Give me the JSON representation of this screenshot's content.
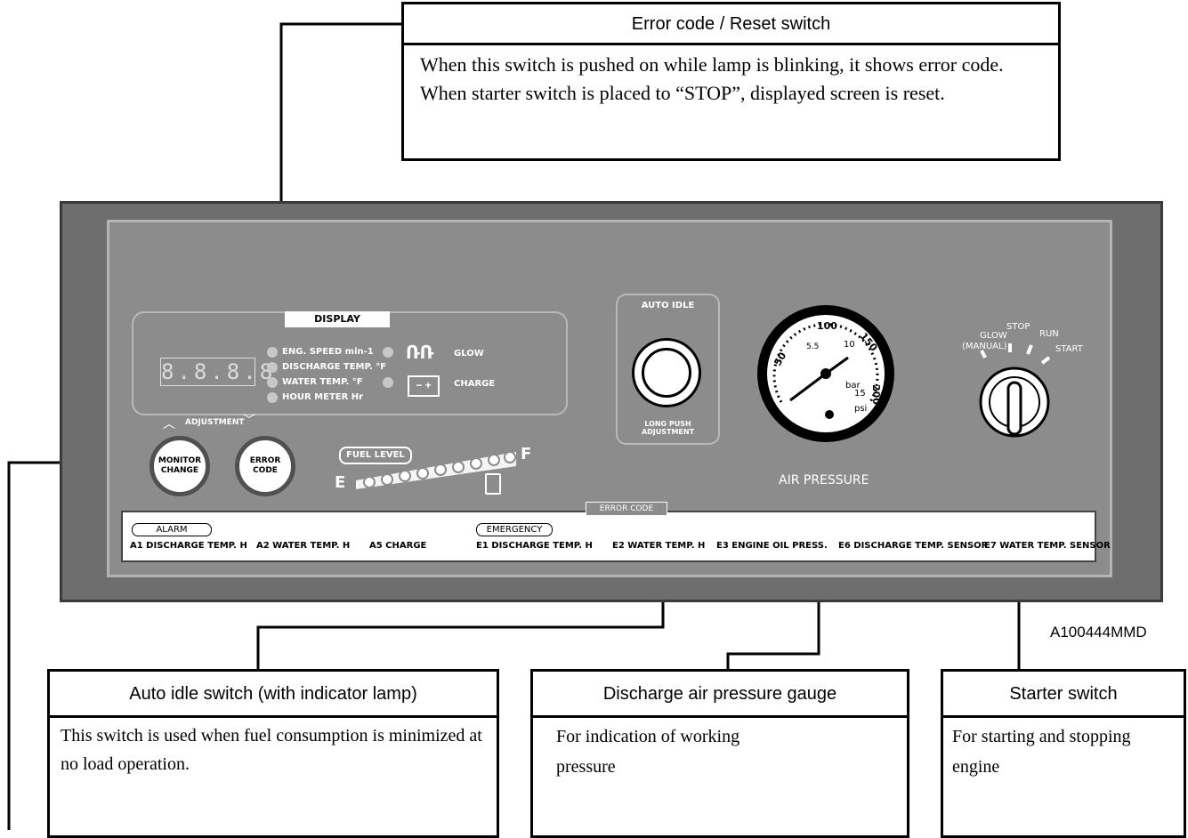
{
  "callouts": {
    "error_code": {
      "title": "Error code / Reset switch",
      "body": "When this switch is pushed on while lamp is blinking, it shows error code. When starter switch is placed to “STOP”, displayed screen is reset."
    },
    "auto_idle": {
      "title": "Auto idle switch (with indicator lamp)",
      "body": "This switch is used when fuel consumption is minimized at no load operation."
    },
    "pressure_gauge": {
      "title": "Discharge air pressure gauge",
      "body": "For indication of working pressure"
    },
    "starter": {
      "title": "Starter switch",
      "body": "For starting and stopping engine"
    }
  },
  "figure_id": "A100444MMD",
  "panel": {
    "display_label": "DISPLAY",
    "digits": "8.8.8.8",
    "indicators": [
      "ENG. SPEED min-1",
      "DISCHARGE TEMP. °F",
      "WATER TEMP. °F",
      "HOUR METER Hr"
    ],
    "glow": "GLOW",
    "charge": "CHARGE",
    "adjustment": "ADJUSTMENT",
    "monitor_change": "MONITOR\nCHANGE",
    "error_code_btn": "ERROR\nCODE",
    "fuel_level": "FUEL LEVEL",
    "fuel_e": "E",
    "fuel_f": "F",
    "auto_idle_label": "AUTO IDLE",
    "long_push": "LONG PUSH\nADJUSTMENT",
    "air_pressure": "AIR PRESSURE",
    "gauge_bar_ticks": [
      "5.5",
      "10",
      "15"
    ],
    "gauge_psi_ticks": [
      "50",
      "100",
      "150",
      "200"
    ],
    "gauge_bar_unit": "bar",
    "gauge_psi_unit": "psi",
    "starter_positions": {
      "glow": "GLOW",
      "manual": "(MANUAL)",
      "stop": "STOP",
      "run": "RUN",
      "start": "START"
    },
    "error_code_strip_label": "ERROR CODE",
    "alarm_label": "ALARM",
    "emergency_label": "EMERGENCY",
    "codes": [
      "A1 DISCHARGE TEMP. H",
      "A2 WATER TEMP. H",
      "A5 CHARGE",
      "E1 DISCHARGE TEMP. H",
      "E2 WATER TEMP. H",
      "E3 ENGINE OIL PRESS.",
      "E6 DISCHARGE TEMP. SENSOR",
      "E7 WATER TEMP. SENSOR"
    ]
  }
}
